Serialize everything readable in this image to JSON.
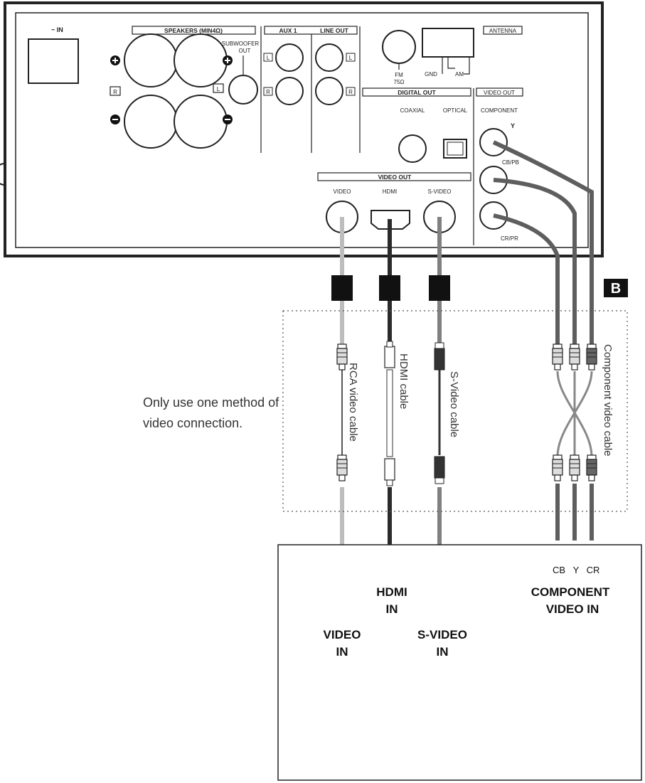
{
  "panel": {
    "ac_in": "~ IN",
    "speakers": "SPEAKERS (MIN4Ω)",
    "subwoofer_1": "SUBWOOFER",
    "subwoofer_2": "OUT",
    "aux": "AUX 1",
    "line_out": "LINE OUT",
    "antenna": "ANTENNA",
    "fm_1": "FM",
    "fm_2": "75Ω",
    "gnd": "GND",
    "am": "AM",
    "digital_out": "DIGITAL OUT",
    "coaxial": "COAXIAL",
    "optical": "OPTICAL",
    "video_out_side": "VIDEO OUT",
    "component": "COMPONENT",
    "y": "Y",
    "cb": "CB/PB",
    "cr": "CR/PR",
    "video_out_bottom": "VIDEO OUT",
    "video": "VIDEO",
    "hdmi": "HDMI",
    "svideo": "S-VIDEO",
    "left": "L",
    "right": "R"
  },
  "section_letter": "B",
  "cables": {
    "rca": "RCA video cable",
    "hdmi": "HDMI cable",
    "svideo": "S-Video cable",
    "component": "Component video cable"
  },
  "note": {
    "line1": "Only use one method of",
    "line2": "video connection."
  },
  "tv": {
    "hdmi_in_1": "HDMI",
    "hdmi_in_2": "IN",
    "video_in_1": "VIDEO",
    "video_in_2": "IN",
    "svideo_in_1": "S-VIDEO",
    "svideo_in_2": "IN",
    "component_in_1": "COMPONENT",
    "component_in_2": "VIDEO IN",
    "cb_label": "CB",
    "y_label": "Y",
    "cr_label": "CR"
  },
  "colors": {
    "rca_cable": "#bdbdbd",
    "hdmi_cable": "#2b2b2b",
    "svideo_cable": "#808080",
    "component_cable": "#5e5e5e",
    "outline": "#222222"
  }
}
